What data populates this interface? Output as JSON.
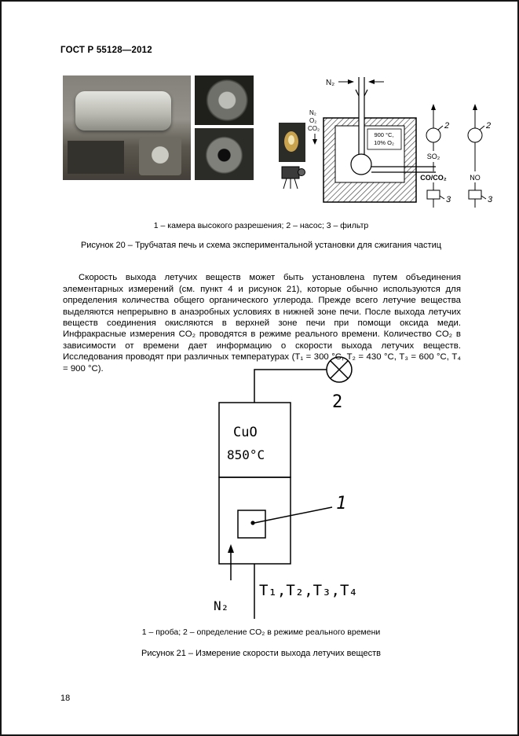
{
  "page": {
    "header": "ГОСТ Р 55128—2012",
    "page_number": "18"
  },
  "figure20": {
    "legend": "1 – камера высокого разрешения; 2 – насос; 3 – фильтр",
    "title": "Рисунок 20 – Трубчатая печь и схема экспериментальной установки для сжигания частиц",
    "schematic": {
      "n2_inlet": "N₂",
      "gas1": "N₂",
      "gas2": "O₂",
      "gas3": "CO₂",
      "furnace_line1": "900 °C,",
      "furnace_line2": "10% O₂",
      "pump1_label": "2",
      "pump2_label": "2",
      "so2": "SO₂",
      "co_co2": "CO/CO₂",
      "no": "NO",
      "filter1_label": "3",
      "filter2_label": "3"
    }
  },
  "body_paragraph": "Скорость выхода летучих веществ может быть установлена путем объединения элементарных измерений (см. пункт 4 и рисунок 21), которые обычно используются для определения количества общего органического углерода. Прежде всего летучие вещества выделяются непрерывно в анаэробных условиях в нижней зоне печи. После выхода летучих веществ соединения окисляются в верхней зоне печи при помощи оксида меди. Инфракрасные измерения CO₂ проводятся в режиме реального времени. Количество CO₂ в зависимости от времени дает информацию о скорости выхода летучих веществ. Исследования проводят при различных температурах (Т₁ = 300 °С, Т₂ = 430 °С, Т₃ = 600 °С, Т₄ = 900 °С).",
  "figure21": {
    "detector_label": "2",
    "cuo": "CuO",
    "cuo_temp": "850°C",
    "sample_label": "1",
    "n2": "N₂",
    "temperatures": "T₁,T₂,T₃,T₄",
    "legend": "1 – проба; 2 – определение CO₂ в режиме реального времени",
    "title": "Рисунок 21 – Измерение скорости выхода летучих веществ"
  }
}
